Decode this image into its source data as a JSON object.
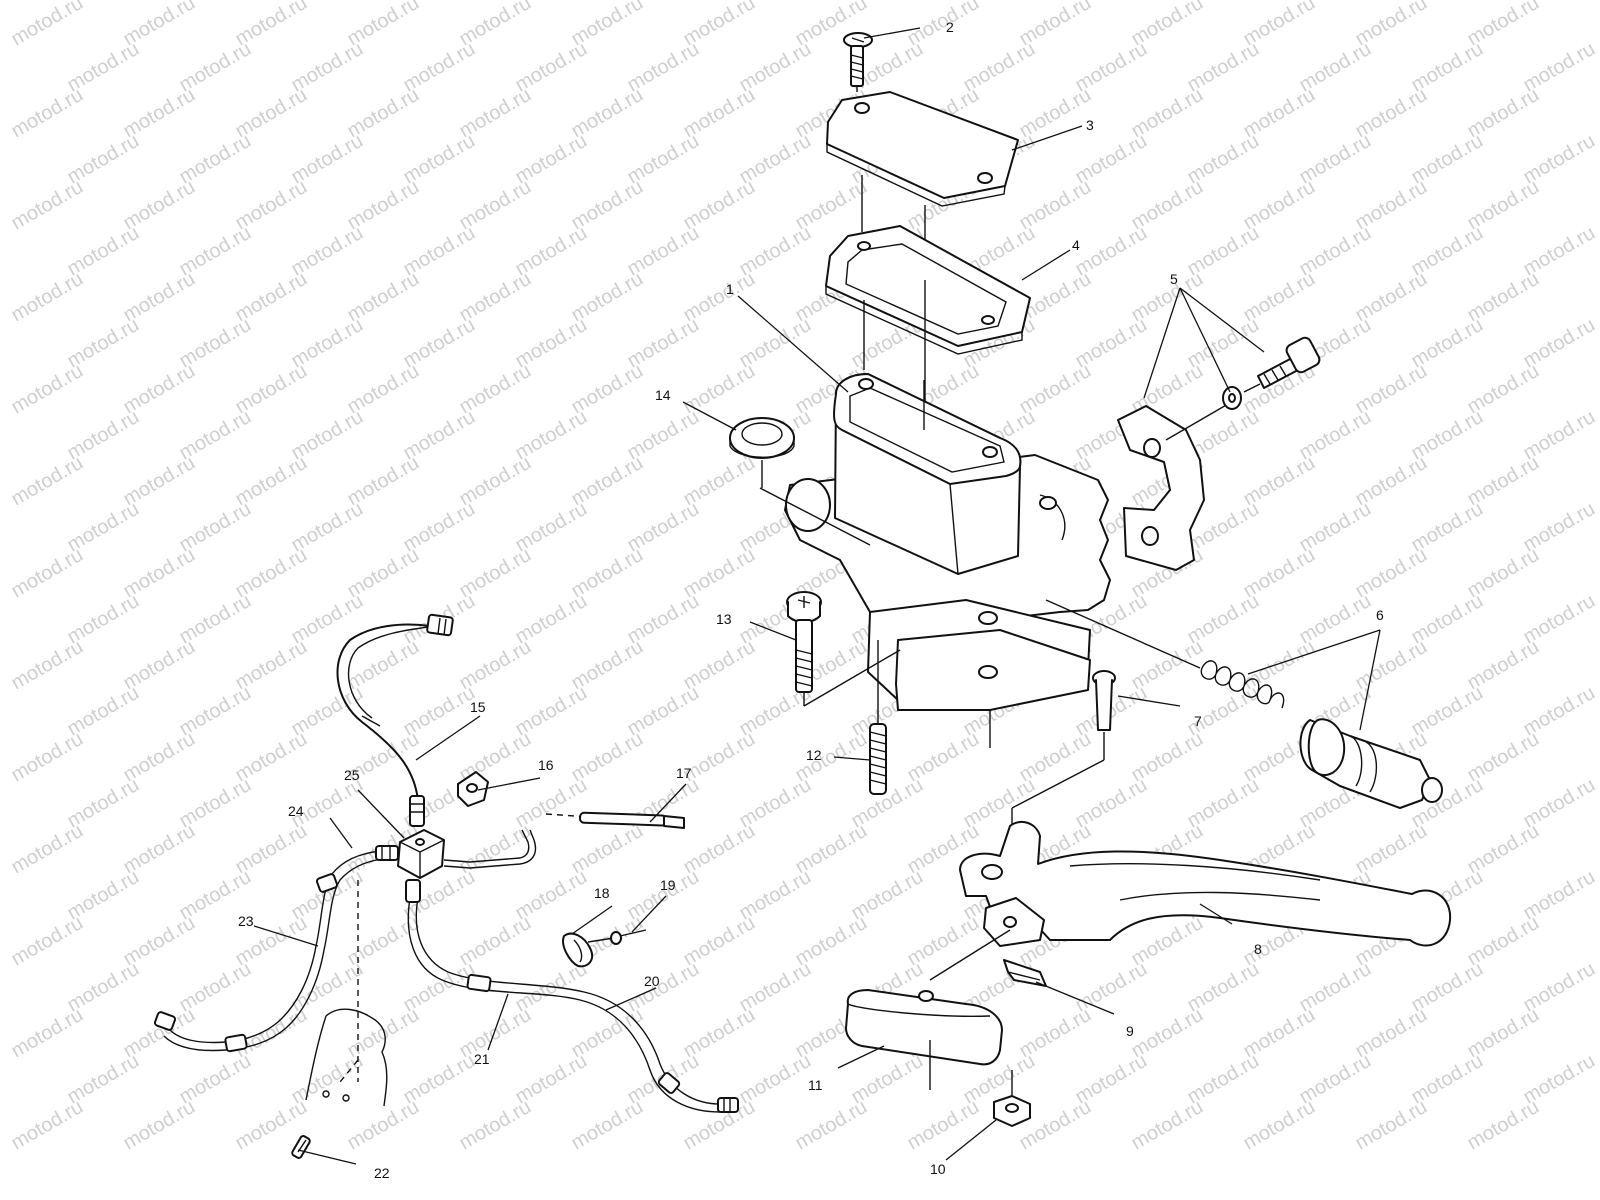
{
  "watermark": "motod.ru",
  "callouts": [
    "1",
    "2",
    "3",
    "4",
    "5",
    "6",
    "7",
    "8",
    "9",
    "10",
    "11",
    "12",
    "13",
    "14",
    "15",
    "16",
    "17",
    "18",
    "19",
    "20",
    "21",
    "22",
    "23",
    "24",
    "25"
  ],
  "colors": {
    "ink": "#111111",
    "watermark": "#cfcfcf",
    "background": "#ffffff"
  }
}
